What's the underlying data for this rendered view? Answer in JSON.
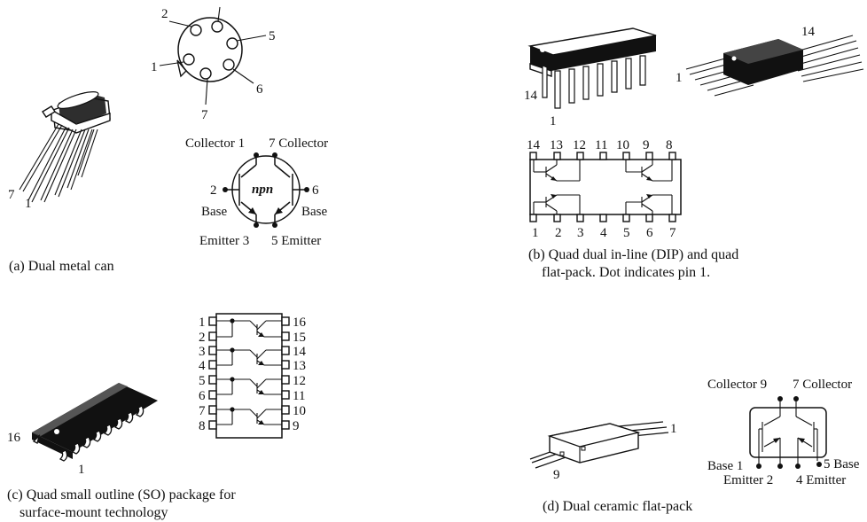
{
  "panels": {
    "a": {
      "caption": "(a) Dual metal can",
      "can_pins": [
        "1",
        "2",
        "5",
        "6",
        "7"
      ],
      "lead_labels": [
        "7",
        "1"
      ],
      "collector1": "Collector 1",
      "collector7": "7 Collector",
      "base2": "2",
      "base_label_left": "Base",
      "npn": "npn",
      "base6": "6",
      "base_label_right": "Base",
      "emitter3": "Emitter 3",
      "emitter5": "5 Emitter"
    },
    "b": {
      "caption_line1": "(b) Quad dual in-line (DIP) and quad",
      "caption_line2": "flat-pack. Dot indicates  pin 1.",
      "dip_pin14": "14",
      "dip_pin1": "1",
      "flat_pin14": "14",
      "flat_pin1": "1",
      "top_pins": [
        "14",
        "13",
        "12",
        "11",
        "10",
        "9",
        "8"
      ],
      "bottom_pins": [
        "1",
        "2",
        "3",
        "4",
        "5",
        "6",
        "7"
      ]
    },
    "c": {
      "caption_line1": "(c) Quad small outline (SO) package for",
      "caption_line2": "surface-mount technology",
      "chip_pin16": "16",
      "chip_pin1": "1",
      "left_pins": [
        "1",
        "2",
        "3",
        "4",
        "5",
        "6",
        "7",
        "8"
      ],
      "right_pins": [
        "16",
        "15",
        "14",
        "13",
        "12",
        "11",
        "10",
        "9"
      ]
    },
    "d": {
      "caption": "(d) Dual ceramic flat-pack",
      "pkg_pin9": "9",
      "pkg_pin1": "1",
      "collector9": "Collector 9",
      "collector7": "7 Collector",
      "base1": "Base 1",
      "base5": "5 Base",
      "emitter2": "Emitter 2",
      "emitter4": "4 Emitter"
    }
  }
}
